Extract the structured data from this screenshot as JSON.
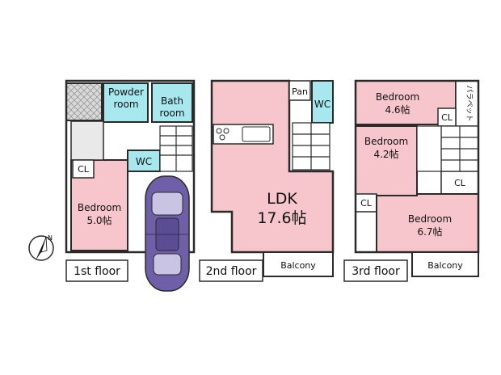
{
  "colors": {
    "pink": "#f6c6cc",
    "cyan": "#a6e8ee",
    "car": "#6f5fa8",
    "wall": "#2a2a2a",
    "stair": "#ffffff",
    "grey": "#d6d6d6"
  },
  "rooms": {
    "powder_line1": "Powder",
    "powder_line2": "room",
    "bath_line1": "Bath",
    "bath_line2": "room",
    "wc_first": "WC",
    "cl_first": "CL",
    "bed1_line1": "Bedroom",
    "bed1_line2": "5.0帖",
    "ldk_line1": "LDK",
    "ldk_line2": "17.6帖",
    "pan": "Pan",
    "wc_second": "WC",
    "balcony_second": "Balcony",
    "bed3a_line1": "Bedroom",
    "bed3a_line2": "4.6帖",
    "bed3b_line1": "Bedroom",
    "bed3b_line2": "4.2帖",
    "bed3c_line1": "Bedroom",
    "bed3c_line2": "6.7帖",
    "cl_third_a": "CL",
    "cl_third_b": "CL",
    "cl_third_c": "CL",
    "parapet": "パラペット",
    "balcony_third": "Balcony"
  },
  "floors": {
    "first": "1st floor",
    "second": "2nd floor",
    "third": "3rd floor"
  },
  "compass": {
    "north": "N"
  }
}
